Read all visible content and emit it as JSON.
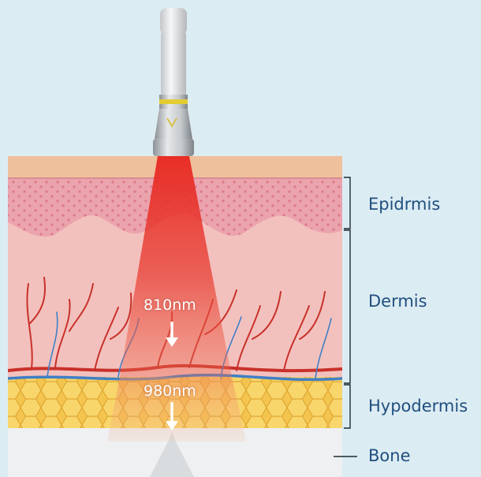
{
  "diagram": {
    "layers": [
      {
        "id": "epidermis",
        "label": "Epidrmis"
      },
      {
        "id": "dermis",
        "label": "Dermis"
      },
      {
        "id": "hypodermis",
        "label": "Hypodermis"
      },
      {
        "id": "bone",
        "label": "Bone"
      }
    ],
    "wavelengths": [
      {
        "id": "wl-810",
        "label": "810nm"
      },
      {
        "id": "wl-980",
        "label": "980nm"
      }
    ]
  },
  "colors": {
    "background": "#dcecf3",
    "laser_beam": "#e8372c",
    "epidermis": "#e99aa6",
    "dermis": "#f3c1bd",
    "hypodermis": "#f3c04c",
    "artery": "#c8312a",
    "vein": "#3f7fc7",
    "label_text": "#1f4f7e"
  },
  "icons": [
    "laser-handpiece-icon",
    "down-arrow-icon"
  ]
}
